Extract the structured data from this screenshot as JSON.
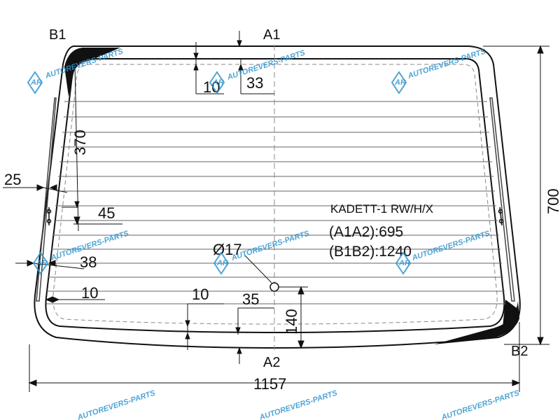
{
  "labels": {
    "a1": "A1",
    "a2": "A2",
    "b1": "B1",
    "b2": "B2"
  },
  "dimensions": {
    "width_total": "1157",
    "height_total": "700",
    "top_depth": "370",
    "top_gap_left": "10",
    "top_gap_center": "33",
    "side_25": "25",
    "side_45": "45",
    "side_38": "38",
    "side_10": "10",
    "bottom_gap_left": "10",
    "bottom_gap_center": "35",
    "bottom_140": "140",
    "hole_diameter": "Ø17"
  },
  "spec": {
    "model": "KADETT-1 RW/H/X",
    "a1a2": "(A1A2):695",
    "b1b2": "(B1B2):1240"
  },
  "watermark": {
    "text": "AUTOREVERS-PARTS",
    "logo": "AR",
    "color": "#2f95cf"
  },
  "colors": {
    "lines": "#111111",
    "accent": "#2f95cf"
  }
}
